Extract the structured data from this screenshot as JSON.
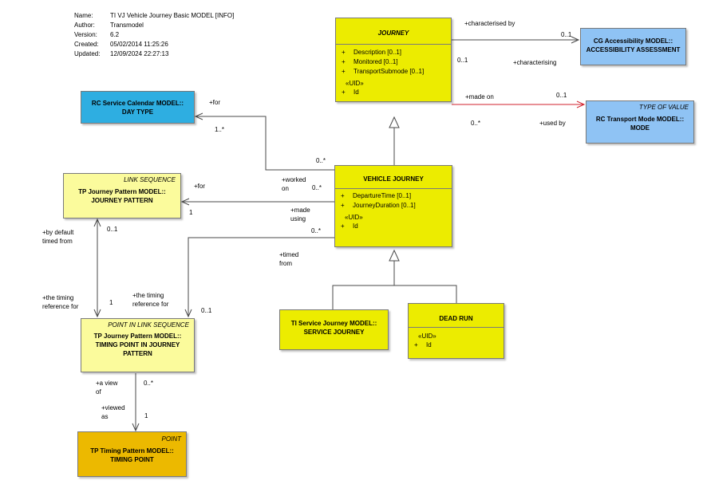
{
  "header": {
    "rows": [
      {
        "key": "Name:",
        "value": "TI VJ Vehicle Journey Basic MODEL [INFO]"
      },
      {
        "key": "Author:",
        "value": "Transmodel"
      },
      {
        "key": "Version:",
        "value": "6.2"
      },
      {
        "key": "Created:",
        "value": "05/02/2014 11:25:26"
      },
      {
        "key": "Updated:",
        "value": "12/09/2024 22:27:13"
      }
    ]
  },
  "classes": {
    "journey": {
      "name": "JOURNEY",
      "attrs": [
        "Description [0..1]",
        "Monitored [0..1]",
        "TransportSubmode [0..1]"
      ],
      "uid_stereo": "«UID»",
      "uid_attr": "Id",
      "plus": "+"
    },
    "vehicle_journey": {
      "name": "VEHICLE JOURNEY",
      "attrs": [
        "DepartureTime [0..1]",
        "JourneyDuration [0..1]"
      ],
      "uid_stereo": "«UID»",
      "uid_attr": "Id",
      "plus": "+"
    },
    "dead_run": {
      "name": "DEAD RUN",
      "uid_stereo": "«UID»",
      "uid_attr": "Id",
      "plus": "+"
    },
    "service_journey": {
      "line1": "TI Service Journey MODEL::",
      "line2": "SERVICE JOURNEY"
    },
    "day_type": {
      "line1": "RC Service Calendar MODEL::",
      "line2": "DAY TYPE"
    },
    "accessibility": {
      "line1": "CG Accessibility MODEL::",
      "line2": "ACCESSIBILITY ASSESSMENT"
    },
    "transport_mode": {
      "stereotype": "TYPE OF VALUE",
      "line1": "RC Transport Mode MODEL::",
      "line2": "MODE"
    },
    "journey_pattern": {
      "stereotype": "LINK SEQUENCE",
      "line1": "TP Journey Pattern MODEL::",
      "line2": "JOURNEY PATTERN"
    },
    "timing_point_in_jp": {
      "stereotype": "POINT IN LINK SEQUENCE",
      "line1": "TP Journey Pattern MODEL::",
      "line2": "TIMING POINT IN JOURNEY",
      "line3": "PATTERN"
    },
    "timing_point": {
      "stereotype": "POINT",
      "line1": "TP Timing Pattern MODEL::",
      "line2": "TIMING POINT"
    }
  },
  "labels": {
    "characterised_by": "+characterised by",
    "characterising": "+characterising",
    "acc_mult_top": "0..1",
    "acc_mult_bottom": "0..1",
    "made_on": "+made on",
    "used_by": "+used by",
    "mode_mult_top": "0..1",
    "mode_mult_bottom": "0..*",
    "for_daytype": "+for",
    "daytype_mult": "1..*",
    "worked_on_1": "+worked",
    "worked_on_2": "on",
    "worked_mult_a": "0..*",
    "worked_mult_b": "0..*",
    "for_jp": "+for",
    "jp_mult": "1",
    "made_using_1": "+made",
    "made_using_2": "using",
    "made_using_mult": "0..*",
    "timed_from_1": "+timed",
    "timed_from_2": "from",
    "by_default_1": "+by default",
    "by_default_2": "timed from",
    "by_default_mult": "0..1",
    "timing_ref_1": "+the timing",
    "timing_ref_2": "reference for",
    "timing_ref_mult": "1",
    "timing_ref2_1": "+the timing",
    "timing_ref2_2": "reference for",
    "timing_ref2_mult": "0..1",
    "view_of_1": "+a view",
    "view_of_2": "of",
    "view_of_mult": "0..*",
    "viewed_as_1": "+viewed",
    "viewed_as_2": "as",
    "viewed_as_mult": "1"
  },
  "colors": {
    "concrete_class": "#ecec00",
    "abstract_class": "#fbfb9c",
    "calendar_class": "#2eaee1",
    "value_class": "#8fc3f4",
    "point_class": "#ecb900",
    "dependency_line": "#d2222d"
  }
}
